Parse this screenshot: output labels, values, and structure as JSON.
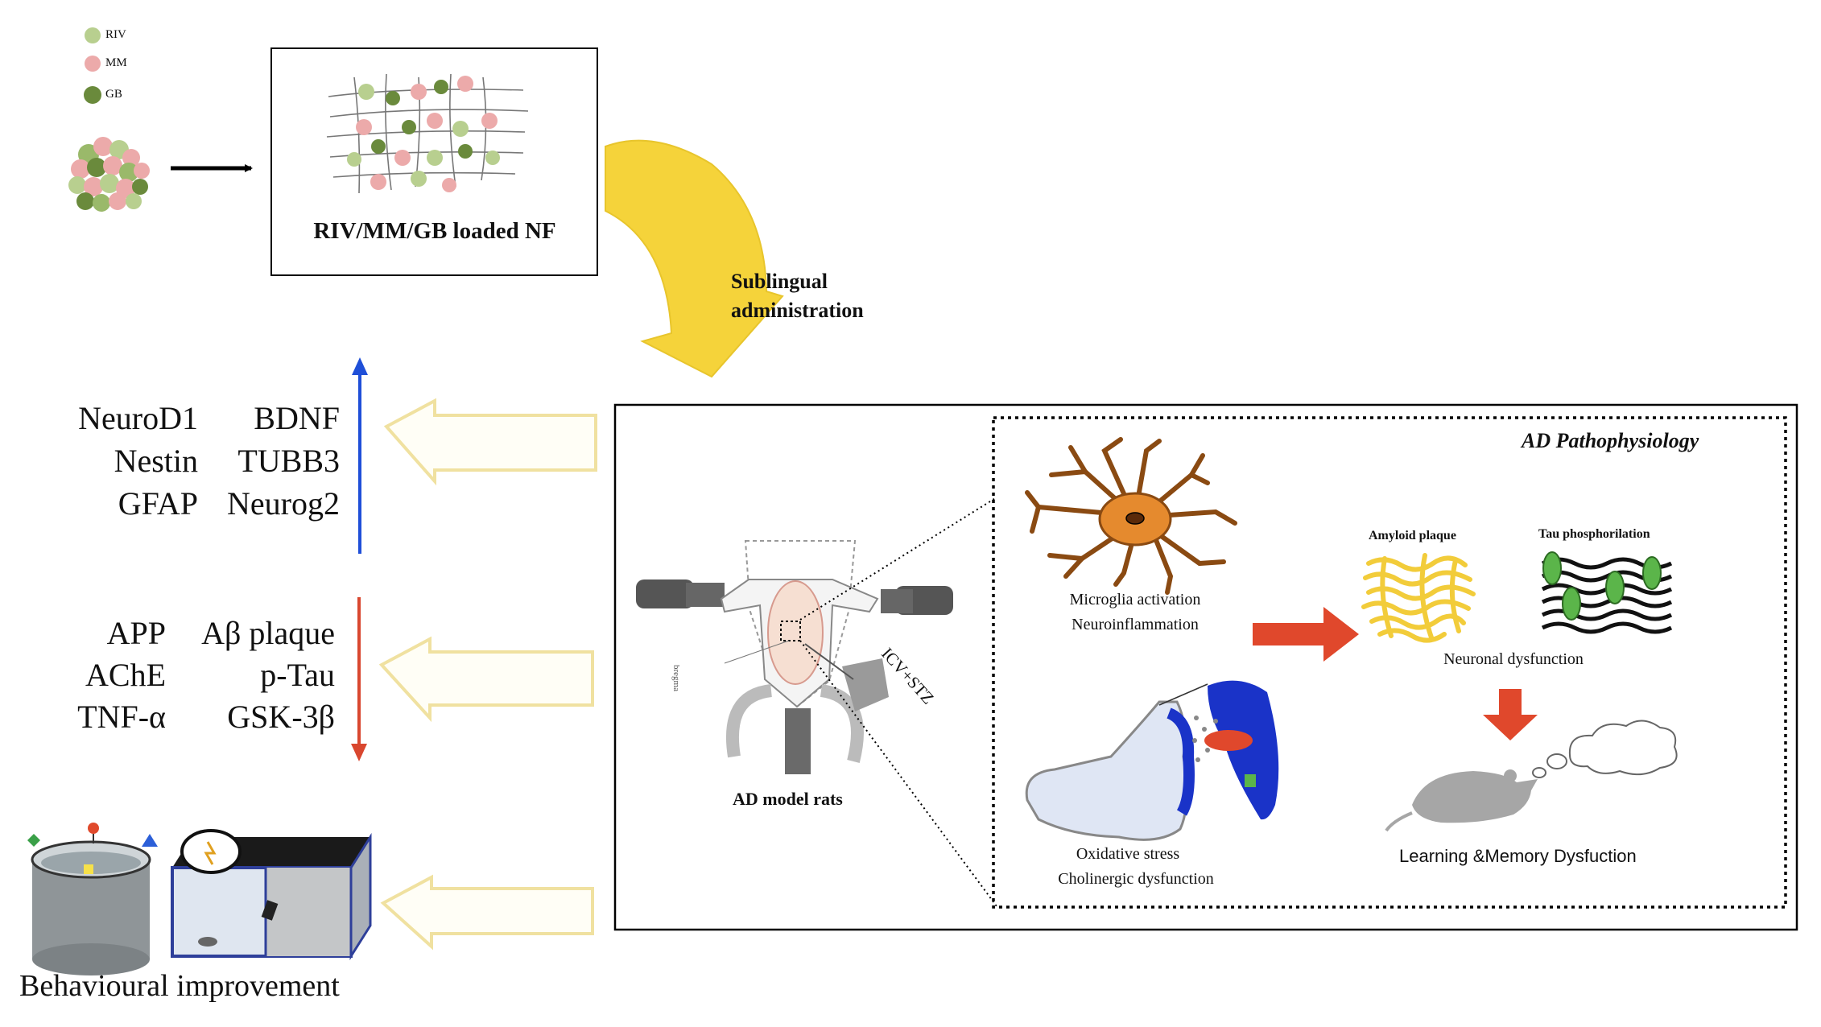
{
  "legend": [
    {
      "label": "RIV",
      "color": "#b8cf8f"
    },
    {
      "label": "MM",
      "color": "#ecaaaa"
    },
    {
      "label": "GB",
      "color": "#6a8a3c"
    }
  ],
  "nanofiber_label": "RIV/MM/GB loaded NF",
  "administration": {
    "line1": "Sublingual",
    "line2": "administration"
  },
  "upregulated": {
    "left": [
      "NeuroD1",
      "Nestin",
      "GFAP"
    ],
    "right": [
      "BDNF",
      "TUBB3",
      "Neurog2"
    ],
    "arrow_color": "#1f4fd8"
  },
  "downregulated": {
    "left": [
      "APP",
      "AChE",
      "TNF-α"
    ],
    "right": [
      "Aβ plaque",
      "p-Tau",
      "GSK-3β"
    ],
    "arrow_color": "#d9472f"
  },
  "behaviour_label": "Behavioural improvement",
  "model": {
    "label": "AD model rats",
    "injection_label": "ICV+STZ",
    "bregma_label": "bregma"
  },
  "pathophysiology": {
    "title": "AD Pathophysiology",
    "microglia": [
      "Microglia activation",
      "Neuroinflammation"
    ],
    "amyloid_label": "Amyloid plaque",
    "tau_label": "Tau phosphorilation",
    "neuronal_label": "Neuronal dysfunction",
    "oxidative": [
      "Oxidative stress",
      "Cholinergic dysfunction"
    ],
    "learning_label": "Learning &Memory Dysfuction"
  },
  "colors": {
    "curved_arrow": "#f5d33a",
    "hollow_arrow_edge": "#f3e6a6",
    "red_arrow": "#e0482c",
    "amyloid": "#f2cc3a",
    "neuron": "#c96a1e"
  }
}
